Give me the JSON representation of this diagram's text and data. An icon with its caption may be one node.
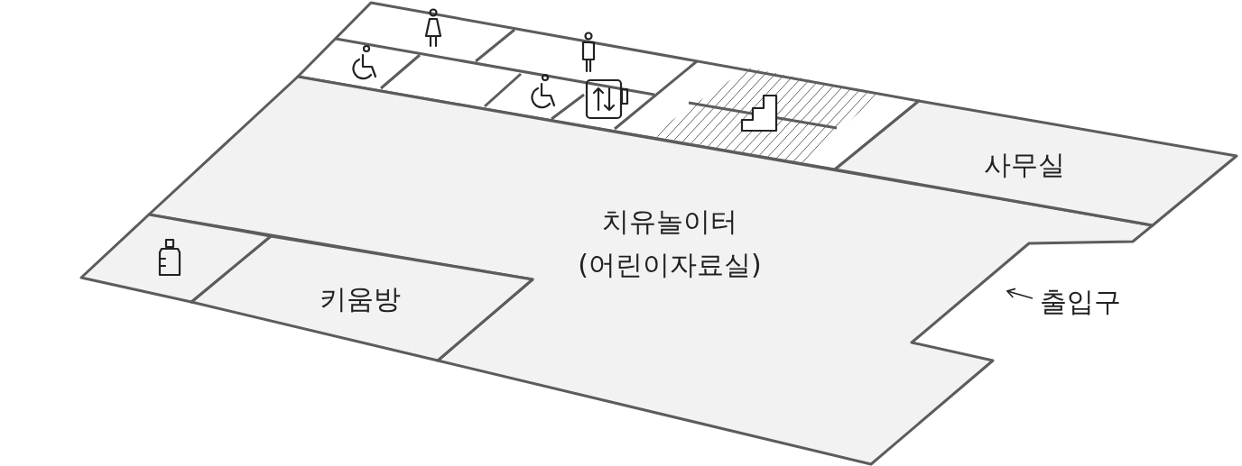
{
  "diagram": {
    "nodes": [
      {
        "text": [
          "치유놀이터",
          "(어린이자료실)"
        ]
      },
      {
        "text": [
          "사무실"
        ]
      },
      {
        "text": [
          "키움방"
        ]
      },
      {
        "text": [],
        "shape": "box"
      }
    ],
    "labels": [
      "출입구"
    ]
  }
}
